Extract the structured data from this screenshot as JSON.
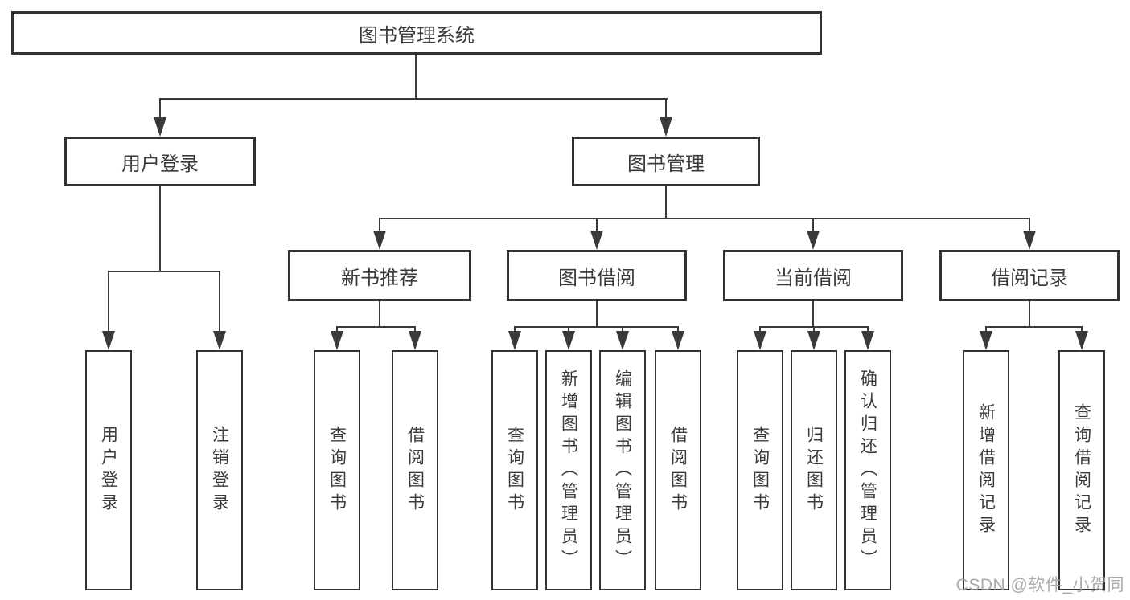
{
  "diagram": {
    "root": {
      "label": "图书管理系统"
    },
    "user_login": {
      "label": "用户登录",
      "children": {
        "login": {
          "label": "用户登录"
        },
        "logout": {
          "label": "注销登录"
        }
      }
    },
    "book_management": {
      "label": "图书管理",
      "modules": {
        "new_book_recommendation": {
          "label": "新书推荐",
          "children": {
            "query_books": {
              "label": "查询图书"
            },
            "borrow_books": {
              "label": "借阅图书"
            }
          }
        },
        "book_borrowing": {
          "label": "图书借阅",
          "children": {
            "query_books": {
              "label": "查询图书"
            },
            "add_books_admin": {
              "label": "新增图书（管理员）"
            },
            "edit_books_admin": {
              "label": "编辑图书（管理员）"
            },
            "borrow_books": {
              "label": "借阅图书"
            }
          }
        },
        "current_borrowing": {
          "label": "当前借阅",
          "children": {
            "query_books": {
              "label": "查询图书"
            },
            "return_books": {
              "label": "归还图书"
            },
            "confirm_return_admin": {
              "label": "确认归还（管理员）"
            }
          }
        },
        "borrowing_records": {
          "label": "借阅记录",
          "children": {
            "add_borrow_record": {
              "label": "新增借阅记录"
            },
            "query_borrow_record": {
              "label": "查询借阅记录"
            }
          }
        }
      }
    }
  },
  "watermark": {
    "text": "CSDN @软件_小贺同学"
  },
  "colors": {
    "line": "#3a3a3a",
    "border": "#323232",
    "text": "#3b3b3b",
    "background": "#ffffff",
    "watermark": "#9e9e9e"
  }
}
